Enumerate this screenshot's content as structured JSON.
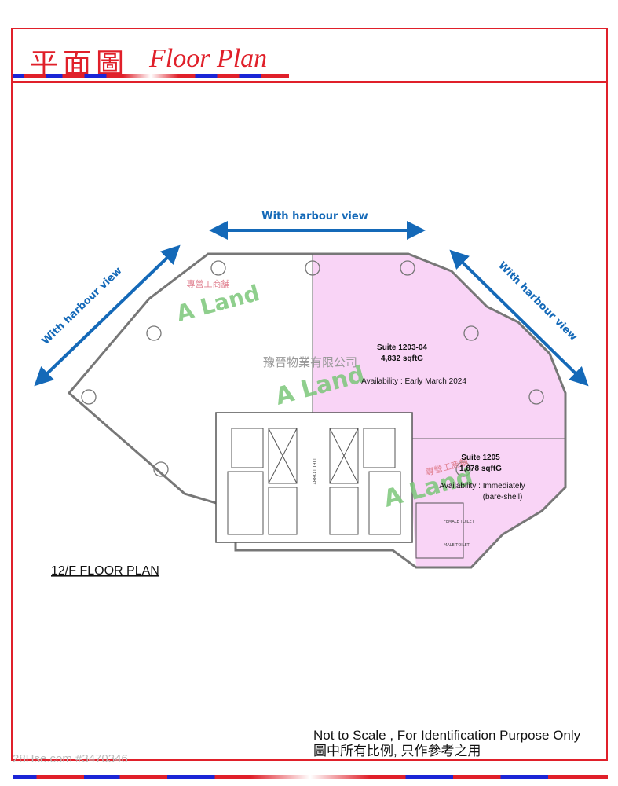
{
  "header": {
    "title_cn": "平面圖",
    "title_en": "Floor Plan"
  },
  "plan": {
    "views": [
      "With harbour view",
      "With harbour view",
      "With harbour view"
    ],
    "floor_label": "12/F FLOOR PLAN",
    "company": "豫晉物業有限公司",
    "watermark_logo": "A Land",
    "watermark_cn": "專營工商舖",
    "lift_lobby": "LIFT LOBBY",
    "toilets": [
      "FEMALE TOILET",
      "MALE TOILET"
    ],
    "suites": [
      {
        "name": "Suite 1203-04",
        "area": "4,832 sqftG",
        "availability": "Availability :  Early March 2024",
        "extra": ""
      },
      {
        "name": "Suite 1205",
        "area": "1,878 sqftG",
        "availability": "Availability :  Immediately",
        "extra": "(bare-shell)"
      }
    ],
    "colors": {
      "suite": "#f9d4f6",
      "arrow": "#1469b8",
      "frame": "#e0202a"
    }
  },
  "footer": {
    "note_en": "Not to Scale , For Identification Purpose Only",
    "note_cn": "圖中所有比例, 只作參考之用",
    "watermark": "28Hse.com #3470346"
  }
}
